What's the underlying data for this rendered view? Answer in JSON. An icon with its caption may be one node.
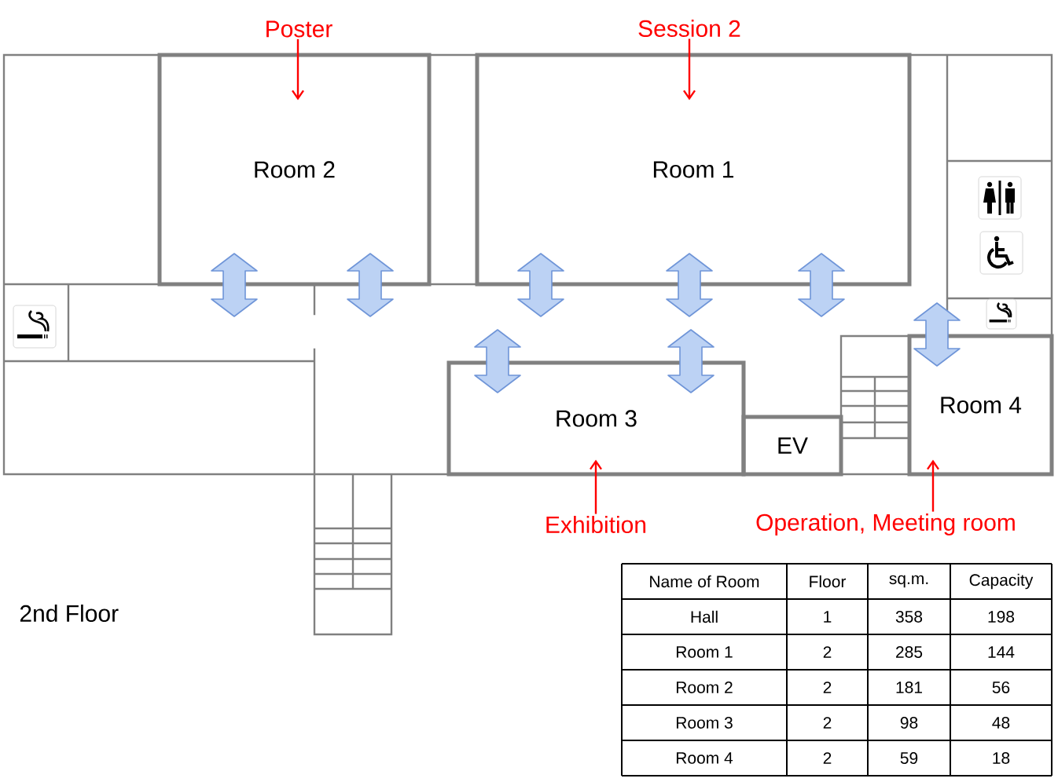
{
  "diagram": {
    "nodes": [
      {
        "text": [
          "Room 2"
        ]
      },
      {
        "text": [
          "Room 1"
        ]
      },
      {
        "text": [
          "Room 3"
        ]
      },
      {
        "text": [
          "EV"
        ]
      },
      {
        "text": [
          "Room 4"
        ]
      },
      {
        "text": [
          "Poster"
        ]
      },
      {
        "text": [
          "Session 2"
        ]
      },
      {
        "text": [
          "Exhibition"
        ]
      },
      {
        "text": [
          "Operation, Meeting room"
        ]
      }
    ],
    "edges": [
      {
        "from": 5,
        "to": 0,
        "arrow": "to",
        "color": "#ff0000"
      },
      {
        "from": 6,
        "to": 1,
        "arrow": "to",
        "color": "#ff0000"
      },
      {
        "from": 7,
        "to": 2,
        "arrow": "to",
        "color": "#ff0000"
      },
      {
        "from": 8,
        "to": 4,
        "arrow": "to",
        "color": "#ff0000"
      }
    ],
    "labels": [
      "2nd Floor",
      "Name of Room",
      "Floor",
      "sq.m.",
      "Capacity",
      "Hall",
      "1",
      "358",
      "198",
      "Room 1",
      "2",
      "285",
      "144",
      "Room 2",
      "2",
      "181",
      "56",
      "Room 3",
      "2",
      "98",
      "48",
      "Room 4",
      "2",
      "59",
      "18"
    ]
  }
}
